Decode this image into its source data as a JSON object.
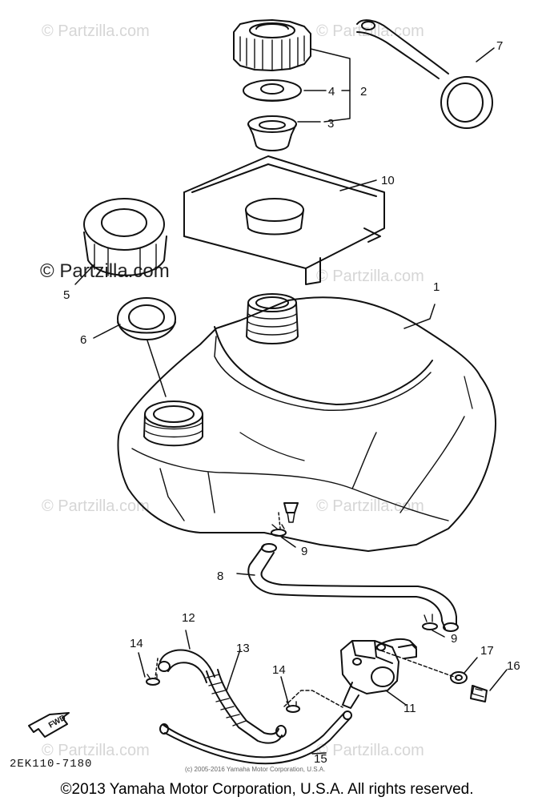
{
  "watermark": "© Partzilla.com",
  "callouts": {
    "c1": "1",
    "c2": "2",
    "c3": "3",
    "c4": "4",
    "c5": "5",
    "c6": "6",
    "c7": "7",
    "c8": "8",
    "c9a": "9",
    "c9b": "9",
    "c10": "10",
    "c11": "11",
    "c12": "12",
    "c13": "13",
    "c14a": "14",
    "c14b": "14",
    "c15": "15",
    "c16": "16",
    "c17": "17"
  },
  "fwd_label": "FWD",
  "diagram_code": "2EK110-7180",
  "inner_copyright": "(c) 2005-2016 Yamaha Motor Corporation, U.S.A.",
  "footer_copyright": "©2013 Yamaha Motor Corporation, U.S.A. All rights reserved."
}
